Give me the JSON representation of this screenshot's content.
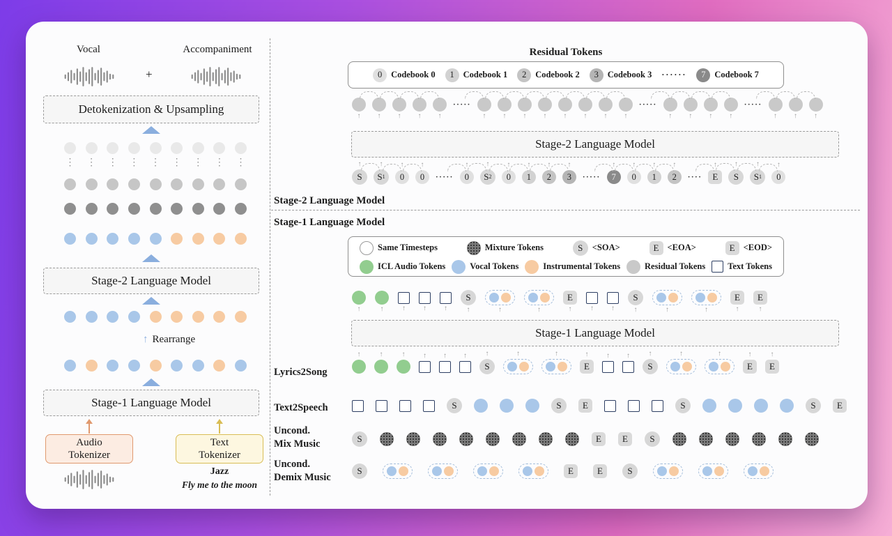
{
  "colors": {
    "blue": "#a9c7e9",
    "orange": "#f7cba2",
    "green": "#92cd8f",
    "accent-blue": "#8aaede",
    "audio-border": "#e0996e",
    "audio-bg": "#fcece2",
    "text-border": "#d9bd55",
    "text-bg": "#fdf7e0",
    "bg-purple": "#7d3ce8",
    "bg-pink": "#f6aed6"
  },
  "left_panel": {
    "vocal_label": "Vocal",
    "plus_sign": "+",
    "accompaniment_label": "Accompaniment",
    "detokenization_box": "Detokenization & Upsampling",
    "stage2_box": "Stage-2 Language Model",
    "rearrange_label": "Rearrange",
    "stage1_box": "Stage-1 Language Model",
    "audio_tokenizer_box": "Audio Tokenizer",
    "text_tokenizer_box": "Text Tokenizer",
    "genre_label": "Jazz",
    "lyrics_label": "Fly me to the moon",
    "dot_rows": {
      "coarse": [
        "L",
        "L",
        "L",
        "L",
        "L",
        "L",
        "L",
        "L",
        "L"
      ],
      "vdots": [
        "V",
        "V",
        "V",
        "V",
        "V",
        "V",
        "V",
        "V",
        "V"
      ],
      "mid": [
        "M",
        "M",
        "M",
        "M",
        "M",
        "M",
        "M",
        "M",
        "M"
      ],
      "fine": [
        "K",
        "K",
        "K",
        "K",
        "K",
        "K",
        "K",
        "K",
        "K"
      ],
      "stage2_in": [
        "B",
        "B",
        "B",
        "B",
        "B",
        "O",
        "O",
        "O",
        "O"
      ],
      "stage2_out": [
        "B",
        "B",
        "B",
        "B",
        "O",
        "O",
        "O",
        "O",
        "O"
      ],
      "interleaved": [
        "B",
        "O",
        "B",
        "B",
        "O",
        "B",
        "B",
        "O",
        "B"
      ]
    }
  },
  "stage2_section": {
    "residual_tokens_title": "Residual Tokens",
    "codebook_legend": [
      {
        "num": "0",
        "label": "Codebook 0"
      },
      {
        "num": "1",
        "label": "Codebook 1"
      },
      {
        "num": "2",
        "label": "Codebook 2"
      },
      {
        "num": "3",
        "label": "Codebook 3"
      },
      {
        "num": "dots",
        "label": "······"
      },
      {
        "num": "7",
        "label": "Codebook 7"
      }
    ],
    "output_row": [
      "R",
      "R",
      "R",
      "R",
      "R",
      "·····",
      "R",
      "R",
      "R",
      "R",
      "R",
      "R",
      "R",
      "R",
      "·····",
      "R",
      "R",
      "R",
      "R",
      "·····",
      "R",
      "R",
      "R"
    ],
    "model_box": "Stage-2 Language Model",
    "input_row": [
      "S",
      "S1",
      "0",
      "0",
      "·····",
      "0",
      "S2",
      "0",
      "1",
      "2",
      "3",
      "·····",
      "7",
      "0",
      "1",
      "2",
      "····",
      "E",
      "S",
      "S1",
      "0"
    ],
    "section_label": "Stage-2 Language Model"
  },
  "stage1_section": {
    "section_label": "Stage-1 Language Model",
    "legend_row1": [
      {
        "icon": "W",
        "label": "Same Timesteps"
      },
      {
        "icon": "D",
        "label": "Mixture Tokens"
      },
      {
        "icon": "S",
        "label": "<SOA>"
      },
      {
        "icon": "E",
        "label": "<EOA>"
      },
      {
        "icon": "E",
        "label": "<EOD>"
      }
    ],
    "legend_row2": [
      {
        "icon": "G",
        "label": "ICL Audio Tokens"
      },
      {
        "icon": "B",
        "label": "Vocal Tokens"
      },
      {
        "icon": "O",
        "label": "Instrumental Tokens"
      },
      {
        "icon": "R",
        "label": "Residual Tokens"
      },
      {
        "icon": "Q",
        "label": "Text Tokens"
      }
    ],
    "output_row": [
      "G",
      "G",
      "Q",
      "Q",
      "Q",
      "S",
      "P",
      "P",
      "E",
      "Q",
      "Q",
      "S",
      "P",
      "P",
      "E",
      "E"
    ],
    "model_box": "Stage-1 Language Model",
    "task_rows": [
      {
        "label_lines": [
          "Lyrics2Song"
        ],
        "tokens": [
          "G",
          "G",
          "G",
          "Q",
          "Q",
          "Q",
          "S",
          "P",
          "P",
          "E",
          "Q",
          "Q",
          "S",
          "P",
          "P",
          "E",
          "E"
        ]
      },
      {
        "label_lines": [
          "Text2Speech"
        ],
        "tokens": [
          "Q",
          "Q",
          "Q",
          "Q",
          "S",
          "B",
          "B",
          "B",
          "S",
          "E",
          "Q",
          "Q",
          "Q",
          "S",
          "B",
          "B",
          "B",
          "B",
          "S",
          "E"
        ]
      },
      {
        "label_lines": [
          "Uncond.",
          "Mix Music"
        ],
        "tokens": [
          "S",
          "D",
          "D",
          "D",
          "D",
          "D",
          "D",
          "D",
          "D",
          "E",
          "E",
          "S",
          "D",
          "D",
          "D",
          "D",
          "D",
          "D"
        ]
      },
      {
        "label_lines": [
          "Uncond.",
          "Demix Music"
        ],
        "tokens": [
          "S",
          "P",
          "P",
          "P",
          "P",
          "E",
          "E",
          "S",
          "P",
          "P",
          "P"
        ]
      }
    ]
  }
}
